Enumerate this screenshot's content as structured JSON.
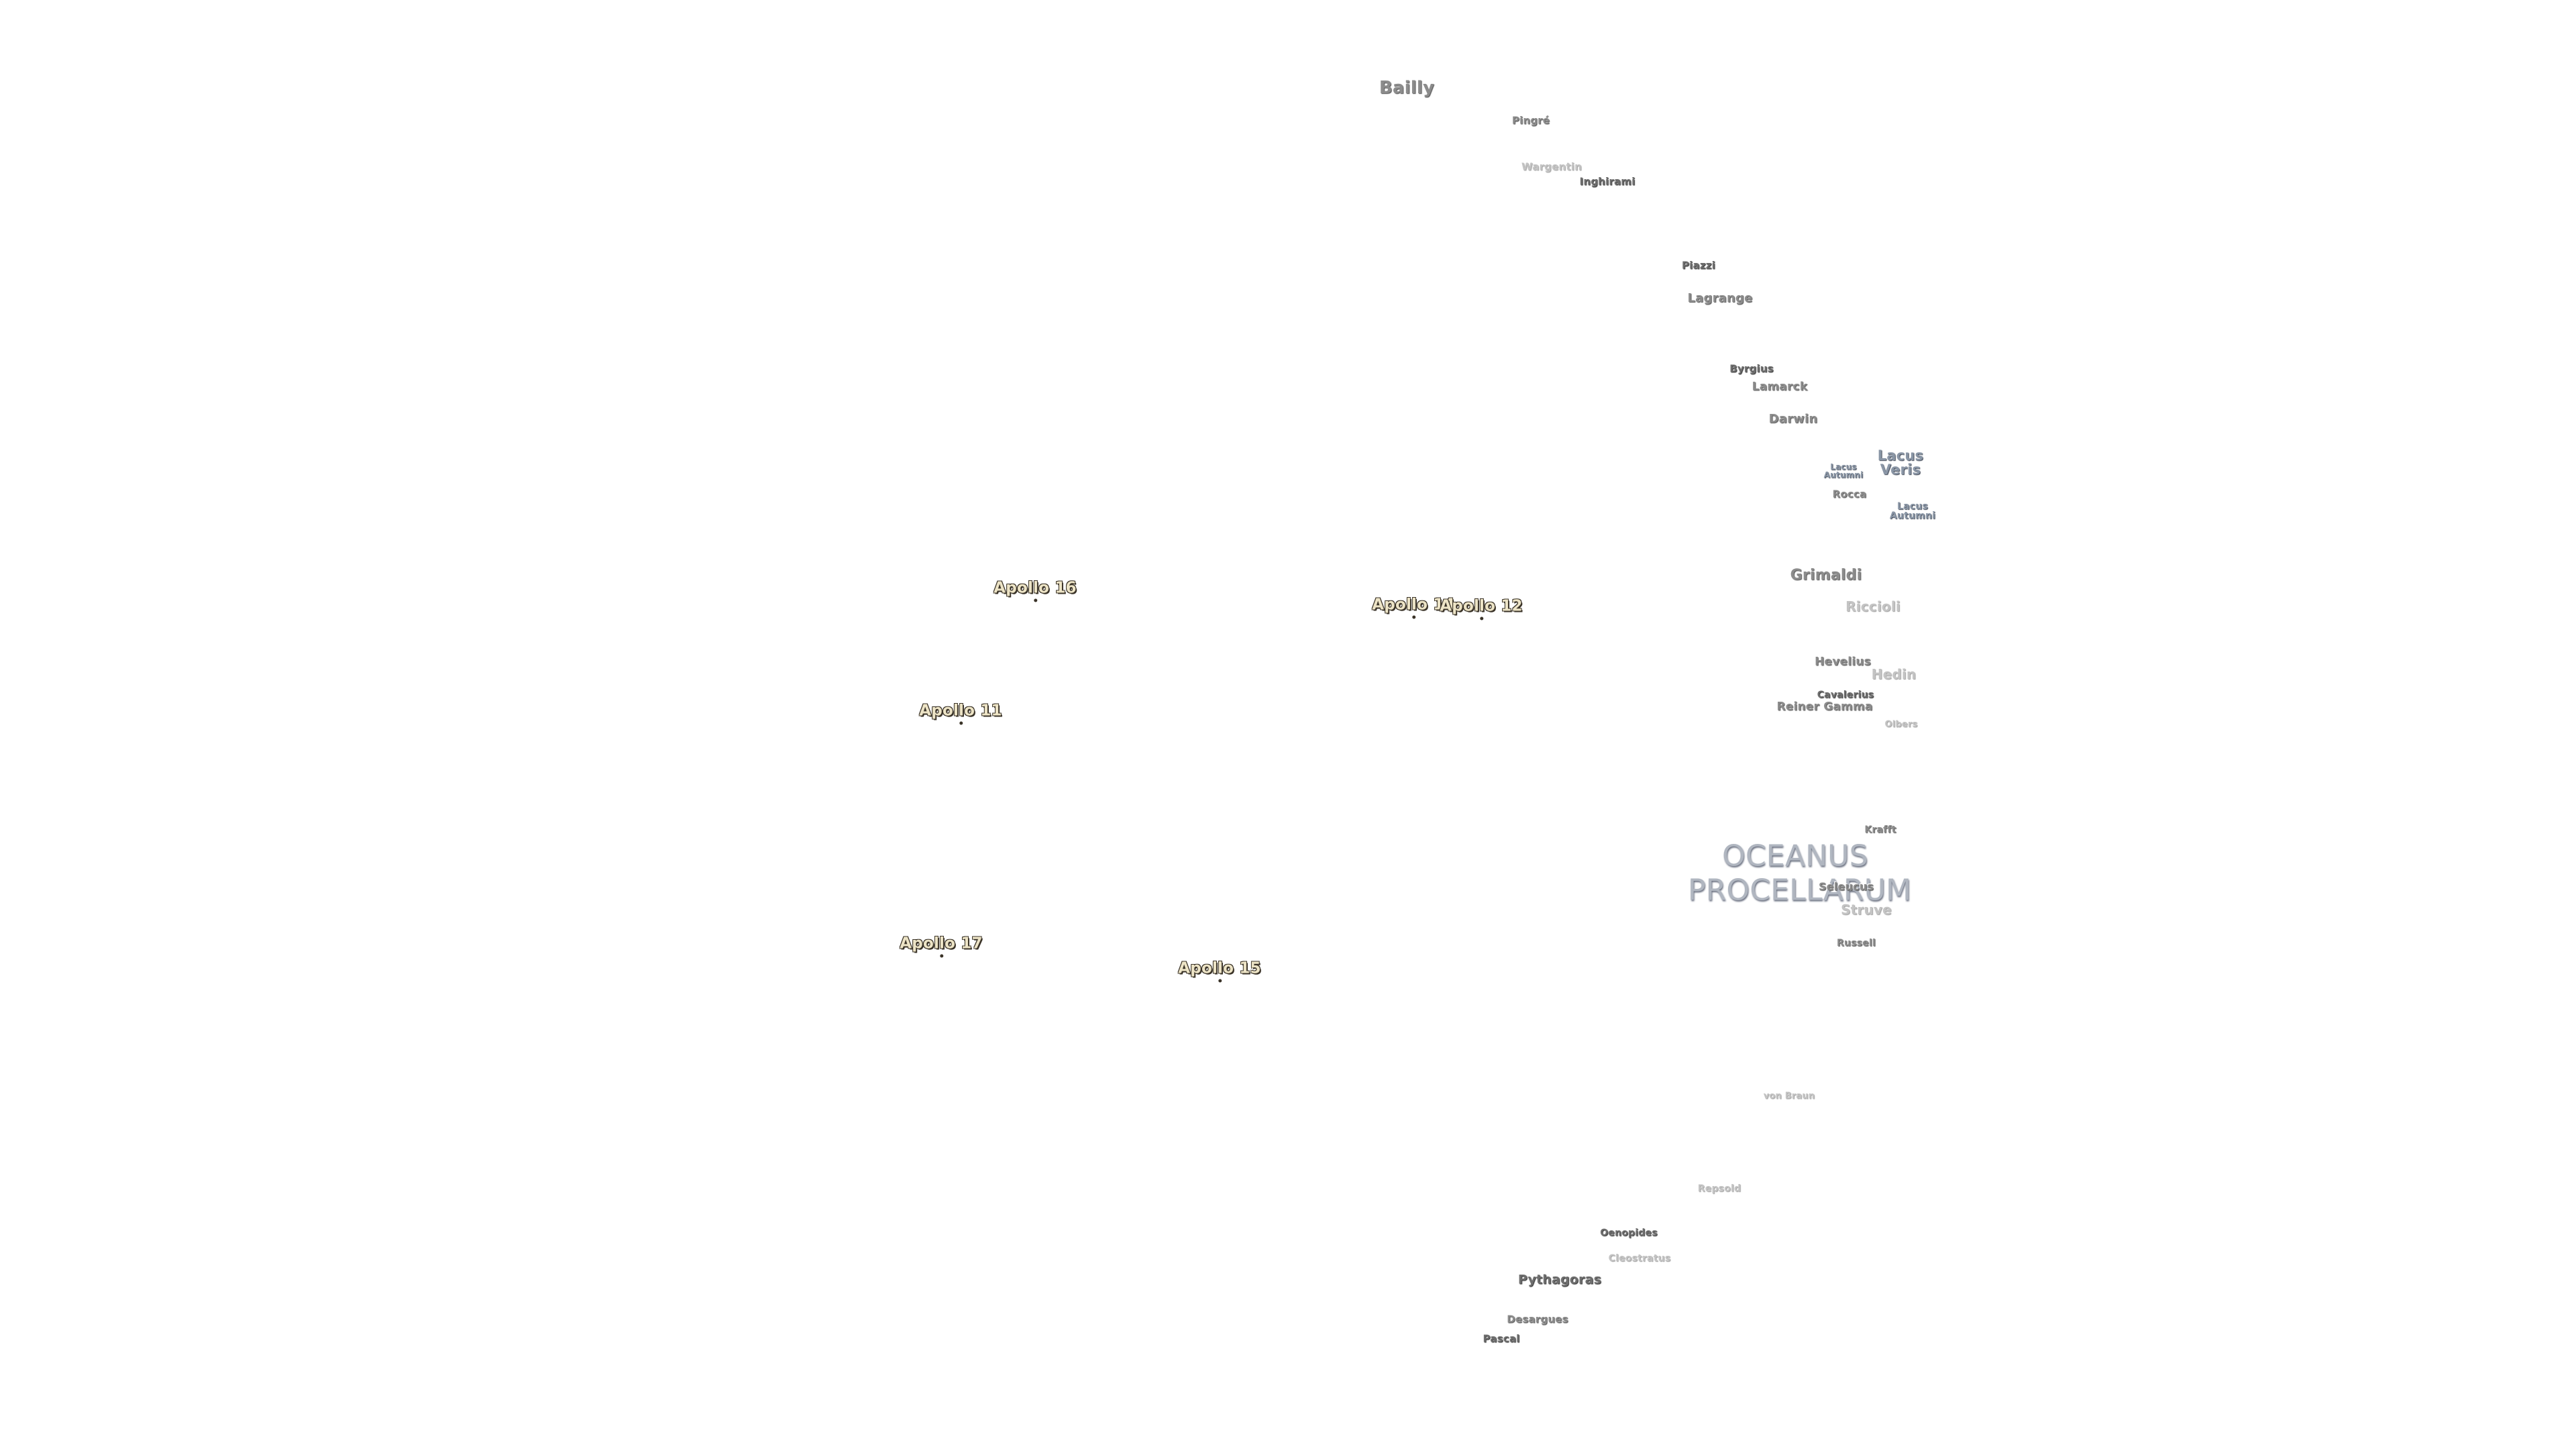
{
  "map": {
    "labels": [
      {
        "id": "bailly",
        "text": "Bailly",
        "kind": "crater"
      },
      {
        "id": "pingre",
        "text": "Pingré",
        "kind": "crater"
      },
      {
        "id": "wargentin",
        "text": "Wargentin",
        "kind": "crater-faint"
      },
      {
        "id": "inghirami",
        "text": "Inghirami",
        "kind": "crater-dark"
      },
      {
        "id": "piazzi",
        "text": "Piazzi",
        "kind": "crater-dark"
      },
      {
        "id": "lagrange",
        "text": "Lagrange",
        "kind": "crater"
      },
      {
        "id": "byrgius",
        "text": "Byrgius",
        "kind": "crater-dark"
      },
      {
        "id": "lamarck",
        "text": "Lamarck",
        "kind": "crater"
      },
      {
        "id": "darwin",
        "text": "Darwin",
        "kind": "crater"
      },
      {
        "id": "lacus-autumni-small",
        "text": "Lacus Autumni",
        "kind": "lacus"
      },
      {
        "id": "lacus-veris",
        "text": "Lacus Veris",
        "kind": "lacus"
      },
      {
        "id": "rocca",
        "text": "Rocca",
        "kind": "crater"
      },
      {
        "id": "lacus-autumni",
        "text": "Lacus Autumni",
        "kind": "lacus"
      },
      {
        "id": "grimaldi",
        "text": "Grimaldi",
        "kind": "crater"
      },
      {
        "id": "riccioli",
        "text": "Riccioli",
        "kind": "crater-faint"
      },
      {
        "id": "hevelius",
        "text": "Hevelius",
        "kind": "crater"
      },
      {
        "id": "hedin",
        "text": "Hedin",
        "kind": "crater-faint"
      },
      {
        "id": "cavalerius",
        "text": "Cavalerius",
        "kind": "crater-dark"
      },
      {
        "id": "reiner-gamma",
        "text": "Reiner Gamma",
        "kind": "crater"
      },
      {
        "id": "olbers",
        "text": "Olbers",
        "kind": "crater-faint"
      },
      {
        "id": "krafft",
        "text": "Krafft",
        "kind": "crater"
      },
      {
        "id": "oceanus-procellarum",
        "text": "OCEANUS PROCELLARUM",
        "kind": "mare"
      },
      {
        "id": "seleucus",
        "text": "Seleucus",
        "kind": "crater"
      },
      {
        "id": "struve",
        "text": "Struve",
        "kind": "crater-faint"
      },
      {
        "id": "russell",
        "text": "Russell",
        "kind": "crater"
      },
      {
        "id": "von-braun",
        "text": "von Braun",
        "kind": "crater-faint"
      },
      {
        "id": "repsold",
        "text": "Repsold",
        "kind": "crater-faint"
      },
      {
        "id": "oenopides",
        "text": "Oenopides",
        "kind": "crater-dark"
      },
      {
        "id": "cleostratus",
        "text": "Cleostratus",
        "kind": "crater-faint"
      },
      {
        "id": "pythagoras",
        "text": "Pythagoras",
        "kind": "crater-dark"
      },
      {
        "id": "desargues",
        "text": "Desargues",
        "kind": "crater"
      },
      {
        "id": "pascal",
        "text": "Pascal",
        "kind": "crater-dark"
      },
      {
        "id": "apollo-16",
        "text": "Apollo 16",
        "kind": "apollo"
      },
      {
        "id": "apollo-14",
        "text": "Apollo 14",
        "kind": "apollo"
      },
      {
        "id": "apollo-12",
        "text": "Apollo 12",
        "kind": "apollo"
      },
      {
        "id": "apollo-11",
        "text": "Apollo 11",
        "kind": "apollo"
      },
      {
        "id": "apollo-17",
        "text": "Apollo 17",
        "kind": "apollo"
      },
      {
        "id": "apollo-15",
        "text": "Apollo 15",
        "kind": "apollo"
      }
    ]
  }
}
